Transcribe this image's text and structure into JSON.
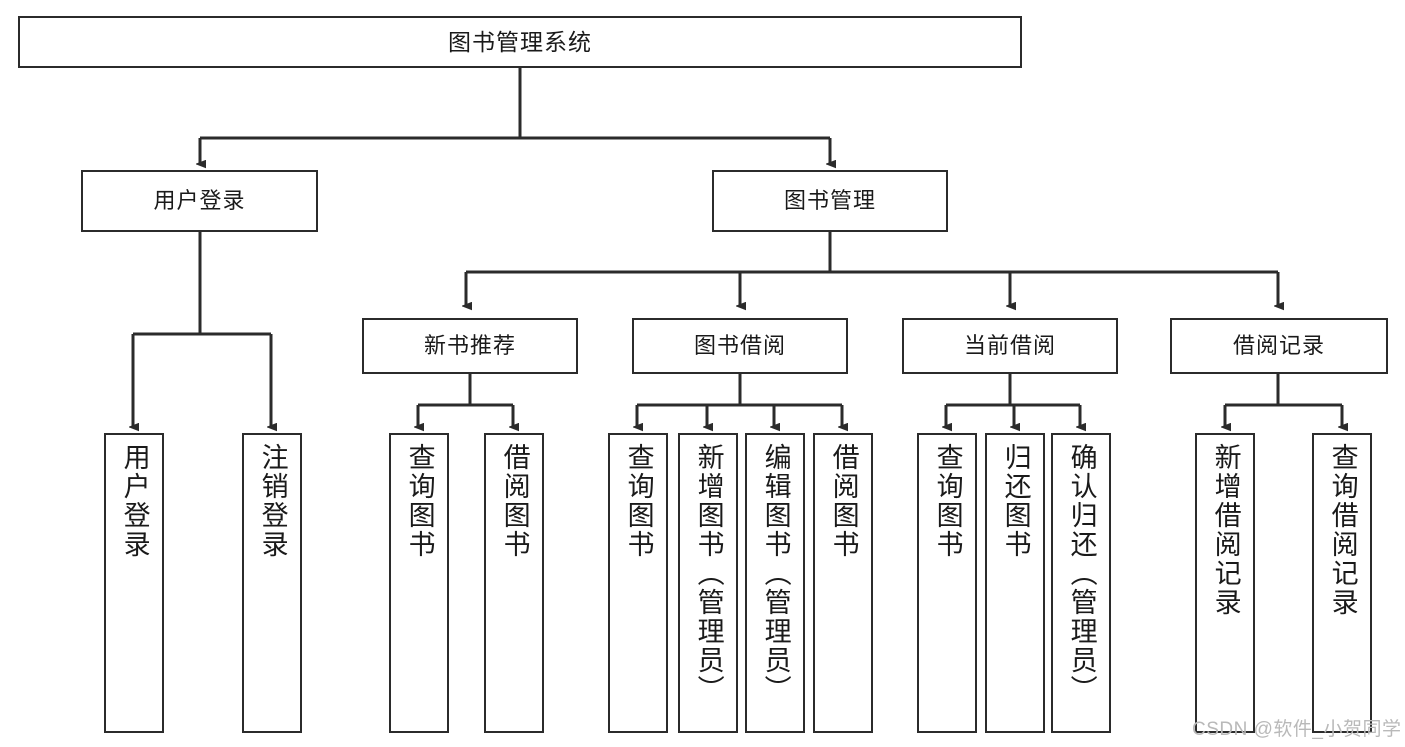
{
  "diagram": {
    "title_text": "图书管理系统",
    "watermark": "CSDN @软件_小贺同学",
    "line_color": "#2b2b2b",
    "box_fill": "#ffffff",
    "text_color": "#1a1a1a",
    "watermark_color": "#b9b9b9",
    "type": "tree-hierarchy-diagram"
  },
  "nodes": {
    "root": {
      "label": "图书管理系统"
    },
    "level2": [
      {
        "label": "用户登录"
      },
      {
        "label": "图书管理"
      }
    ],
    "level3": [
      {
        "label": "新书推荐"
      },
      {
        "label": "图书借阅"
      },
      {
        "label": "当前借阅"
      },
      {
        "label": "借阅记录"
      }
    ],
    "leaves_user_login": [
      {
        "label": "用户登录"
      },
      {
        "label": "注销登录"
      }
    ],
    "leaves_new_books": [
      {
        "label": "查询图书"
      },
      {
        "label": "借阅图书"
      }
    ],
    "leaves_borrow": [
      {
        "label": "查询图书"
      },
      {
        "label": "新增图书（管理员）"
      },
      {
        "label": "编辑图书（管理员）"
      },
      {
        "label": "借阅图书"
      }
    ],
    "leaves_current": [
      {
        "label": "查询图书"
      },
      {
        "label": "归还图书"
      },
      {
        "label": "确认归还（管理员）"
      }
    ],
    "leaves_records": [
      {
        "label": "新增借阅记录"
      },
      {
        "label": "查询借阅记录"
      }
    ]
  }
}
